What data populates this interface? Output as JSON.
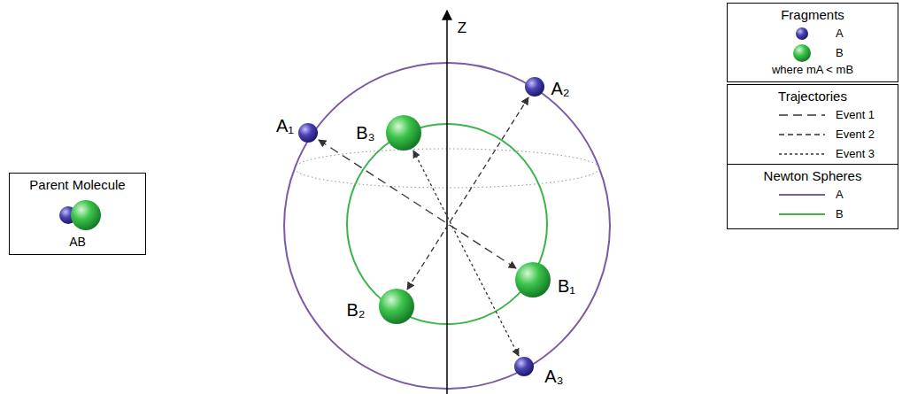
{
  "diagram": {
    "nodes": [
      {
        "text": [
          "Parent Molecule",
          "AB"
        ]
      },
      {
        "text": [
          "Fragments",
          "where mA < mB"
        ]
      },
      {
        "text": [
          "Trajectories"
        ]
      },
      {
        "text": [
          "Newton Spheres"
        ]
      }
    ],
    "labels": [
      "Z",
      "A₂",
      "A₁",
      "B₃",
      "B₁",
      "B₂",
      "A₃"
    ],
    "legend": [
      {
        "text": "A"
      },
      {
        "text": "B"
      },
      {
        "text": "Event 1"
      },
      {
        "text": "Event 2"
      },
      {
        "text": "Event 3"
      },
      {
        "text": "A"
      },
      {
        "text": "B"
      }
    ]
  }
}
